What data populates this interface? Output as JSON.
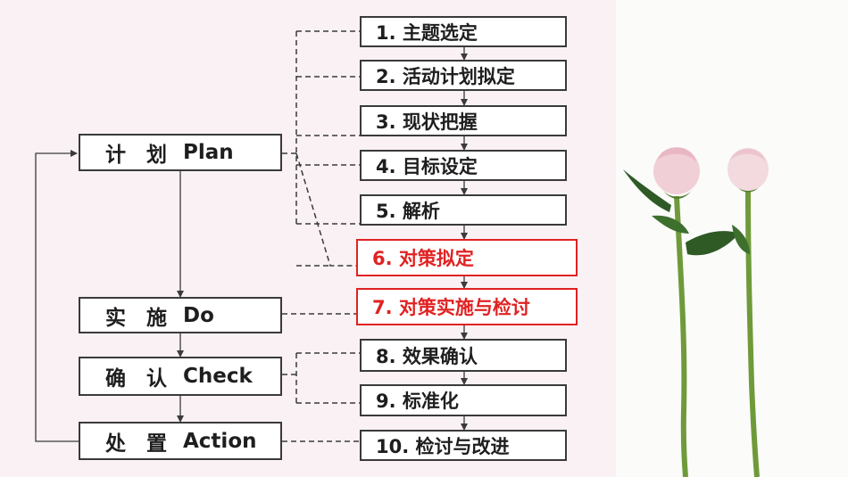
{
  "phases": {
    "plan": {
      "word": "计　划",
      "en": "Plan"
    },
    "do": {
      "word": "实　施",
      "en": "Do"
    },
    "check": {
      "word": "确　认",
      "en": "Check"
    },
    "action": {
      "word": "处　置",
      "en": "Action"
    }
  },
  "steps": [
    {
      "label": "1. 主题选定",
      "highlight": false
    },
    {
      "label": "2. 活动计划拟定",
      "highlight": false
    },
    {
      "label": "3. 现状把握",
      "highlight": false
    },
    {
      "label": "4. 目标设定",
      "highlight": false
    },
    {
      "label": "5. 解析",
      "highlight": false
    },
    {
      "label": "6. 对策拟定",
      "highlight": true
    },
    {
      "label": "7. 对策实施与检讨",
      "highlight": true
    },
    {
      "label": "8. 效果确认",
      "highlight": false
    },
    {
      "label": "9. 标准化",
      "highlight": false
    },
    {
      "label": "10. 检讨与改进",
      "highlight": false
    }
  ],
  "colors": {
    "highlight": "#e02222",
    "line": "#3a3a3a",
    "background": "#f9f1f4"
  },
  "image": {
    "subject": "two pink roses on white background"
  }
}
